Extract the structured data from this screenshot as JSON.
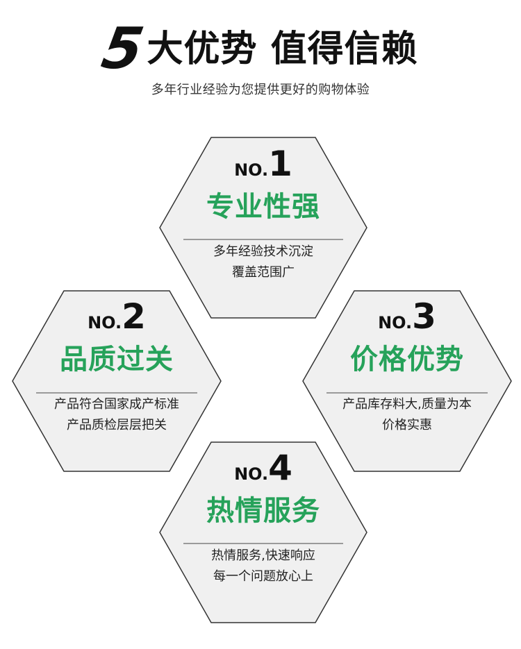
{
  "header": {
    "number": "5",
    "title": "大优势 值得信赖",
    "subtitle": "多年行业经验为您提供更好的购物体验"
  },
  "colors": {
    "background": "#ffffff",
    "hexagon_fill": "#f0f0f0",
    "hexagon_border": "#333333",
    "accent_green": "#26a25a",
    "text_dark": "#111111"
  },
  "advantages": [
    {
      "no_prefix": "NO.",
      "no_digit": "1",
      "title": "专业性强",
      "line1": "多年经验技术沉淀",
      "line2": "覆盖范围广"
    },
    {
      "no_prefix": "NO.",
      "no_digit": "2",
      "title": "品质过关",
      "line1": "产品符合国家成产标准",
      "line2": "产品质检层层把关"
    },
    {
      "no_prefix": "NO.",
      "no_digit": "3",
      "title": "价格优势",
      "line1": "产品库存料大,质量为本",
      "line2": "价格实惠"
    },
    {
      "no_prefix": "NO.",
      "no_digit": "4",
      "title": "热情服务",
      "line1": "热情服务,快速响应",
      "line2": "每一个问题放心上"
    }
  ]
}
